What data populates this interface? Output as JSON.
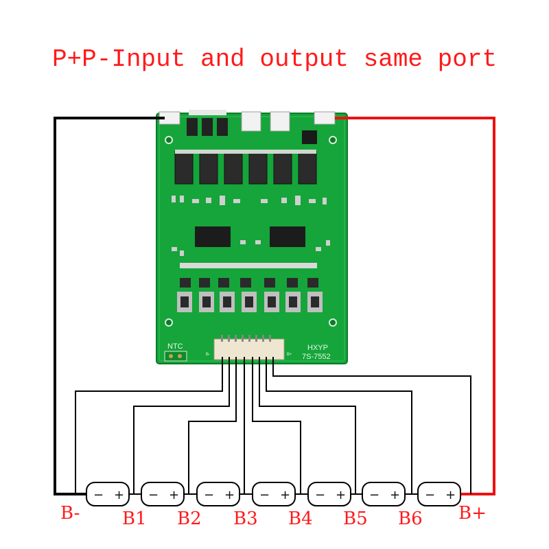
{
  "title": "P+P-Input and output same port",
  "board": {
    "silkscreen_model_1": "HXYP",
    "silkscreen_model_2": "7S-7552",
    "silkscreen_ntc": "NTC",
    "silkscreen_b_plus": "B+",
    "silkscreen_b_minus": "B-"
  },
  "terminals": [
    "B-",
    "B1",
    "B2",
    "B3",
    "B4",
    "B5",
    "B6",
    "B+"
  ],
  "cells": [
    {
      "neg": "−",
      "pos": "+"
    },
    {
      "neg": "−",
      "pos": "+"
    },
    {
      "neg": "−",
      "pos": "+"
    },
    {
      "neg": "−",
      "pos": "+"
    },
    {
      "neg": "−",
      "pos": "+"
    },
    {
      "neg": "−",
      "pos": "+"
    },
    {
      "neg": "−",
      "pos": "+"
    }
  ],
  "colors": {
    "title": "#ff1a1a",
    "pcb": "#17a83a",
    "wire_negative": "#000000",
    "wire_positive": "#ee1111",
    "labels": "#ff1a1a"
  }
}
